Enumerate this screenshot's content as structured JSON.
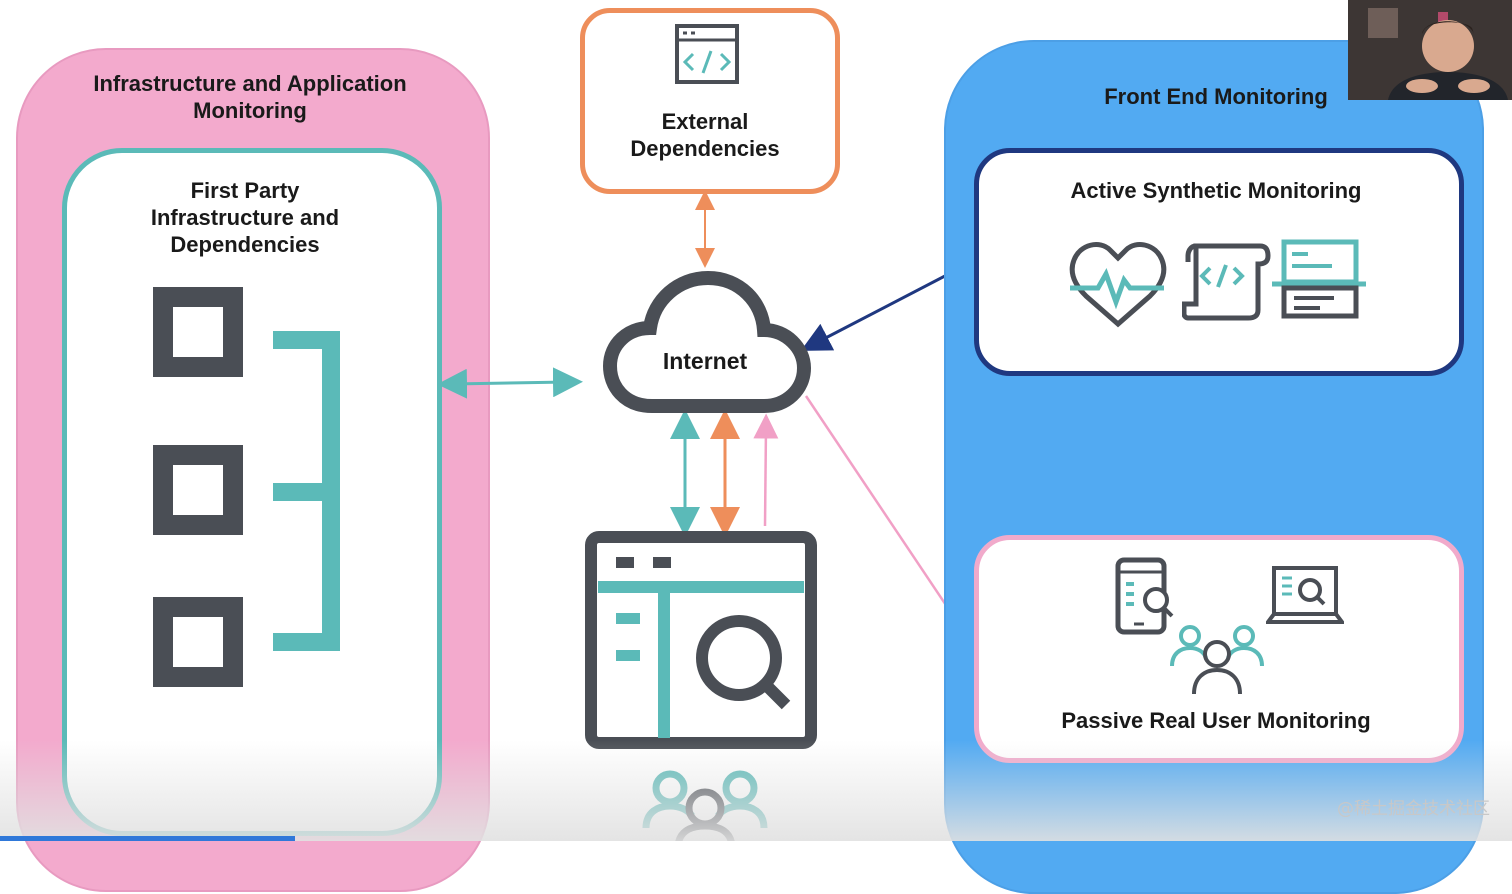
{
  "left_panel": {
    "title": "Infrastructure and Application Monitoring",
    "inner_title": "First Party Infrastructure and Dependencies"
  },
  "external": {
    "title": "External Dependencies"
  },
  "center": {
    "internet_label": "Internet"
  },
  "right_panel": {
    "title": "Front End Monitoring",
    "active_title": "Active Synthetic Monitoring",
    "passive_title": "Passive Real User Monitoring"
  },
  "watermark": "@稀土掘金技术社区",
  "colors": {
    "pink": "#f3aacd",
    "teal": "#5bbab8",
    "orange": "#ee8e5b",
    "blue": "#52aaf2",
    "navy": "#1f3880",
    "gray": "#4a4e55"
  }
}
